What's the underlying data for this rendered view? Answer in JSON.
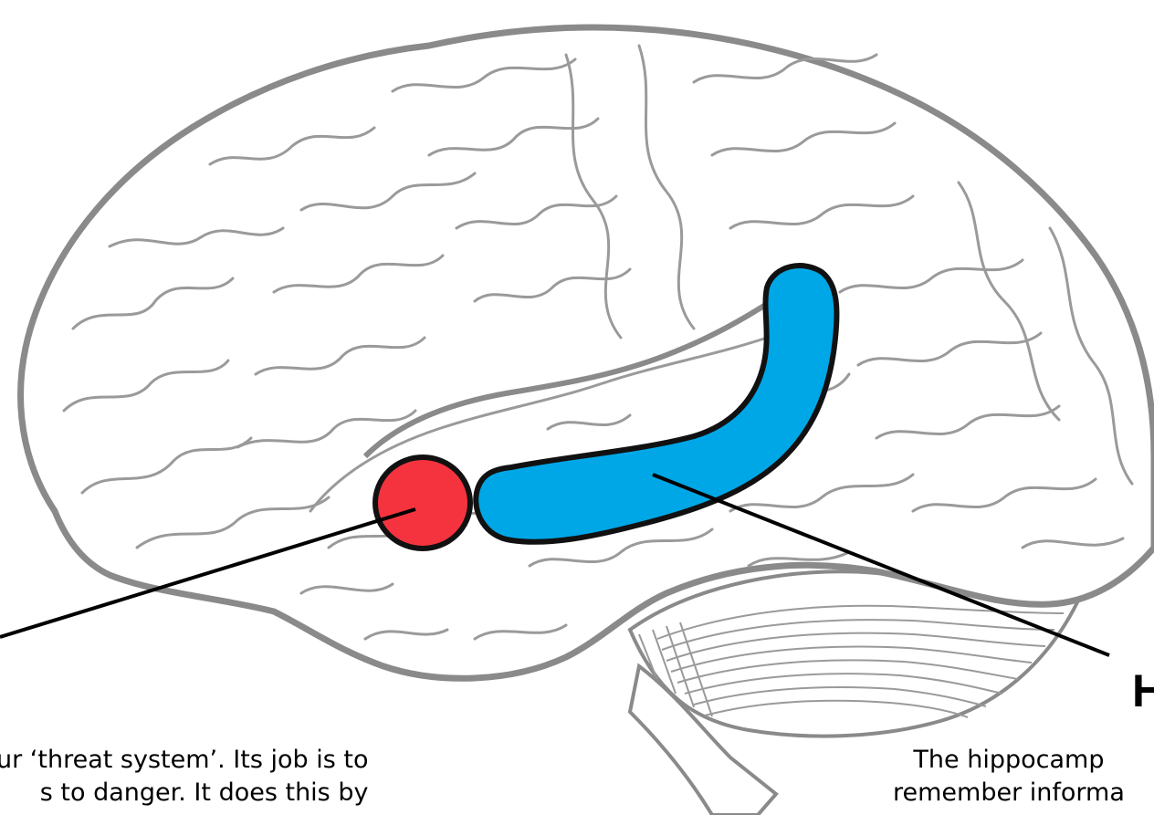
{
  "colors": {
    "outline": "#8a8a8a",
    "amygdala": "#f5333f",
    "hippocampus": "#00a7e6",
    "pointer": "#000000"
  },
  "labels": {
    "hippocampus_heading": "H",
    "amygdala_text": [
      "ur ‘threat system’.  Its job is to",
      "s to danger.  It does this by"
    ],
    "hippocampus_text": [
      "The hippocamp",
      "remember informa"
    ]
  }
}
